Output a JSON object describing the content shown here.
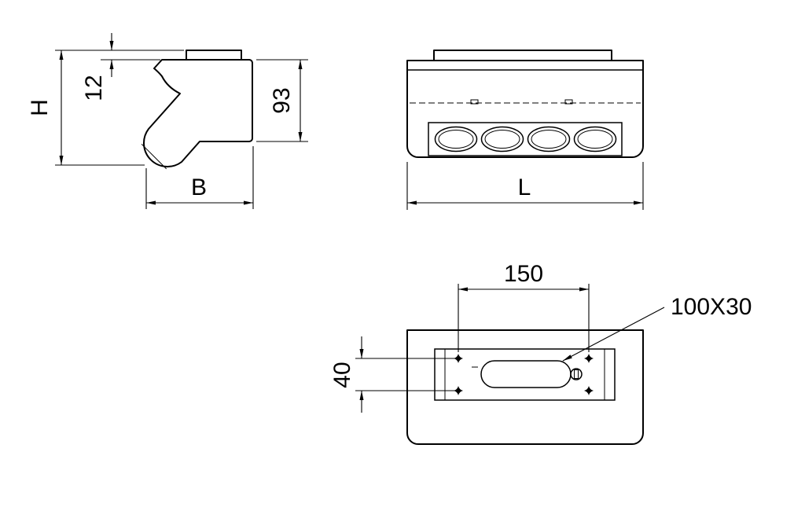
{
  "colors": {
    "background": "#ffffff",
    "line": "#000000"
  },
  "side_view": {
    "dim_overall_height": "H",
    "dim_tab_height": "12",
    "dim_body_height": "93",
    "dim_overall_width": "B"
  },
  "front_view": {
    "dim_overall_length": "L"
  },
  "bottom_view": {
    "dim_mount_hole_spacing": "150",
    "dim_mount_hole_rows": "40",
    "dim_slot_size": "100X30"
  }
}
